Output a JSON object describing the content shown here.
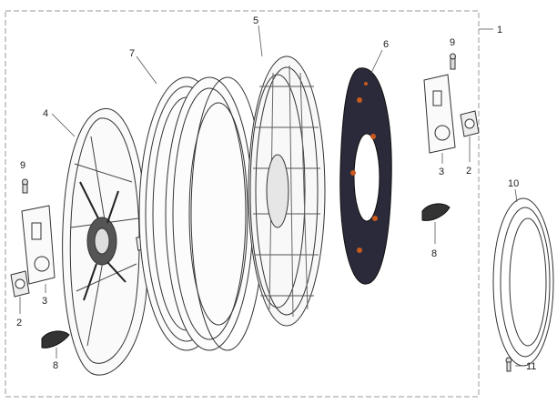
{
  "diagram": {
    "part_numbers": {
      "assembly": "1",
      "left_spacer": "2",
      "right_spacer": "2",
      "left_bracket": "3",
      "right_bracket": "3",
      "left_cover": "4",
      "hub_motor": "5",
      "brake_disc": "6",
      "tire": "7",
      "left_clip": "8",
      "right_clip": "8",
      "left_bolt": "9",
      "right_bolt": "9",
      "seal_ring": "10",
      "screw": "11"
    },
    "colors": {
      "line": "#333333",
      "dashed_frame": "#888888",
      "disc_dark": "#2a2a3a",
      "disc_accent": "#c85a1e"
    }
  }
}
